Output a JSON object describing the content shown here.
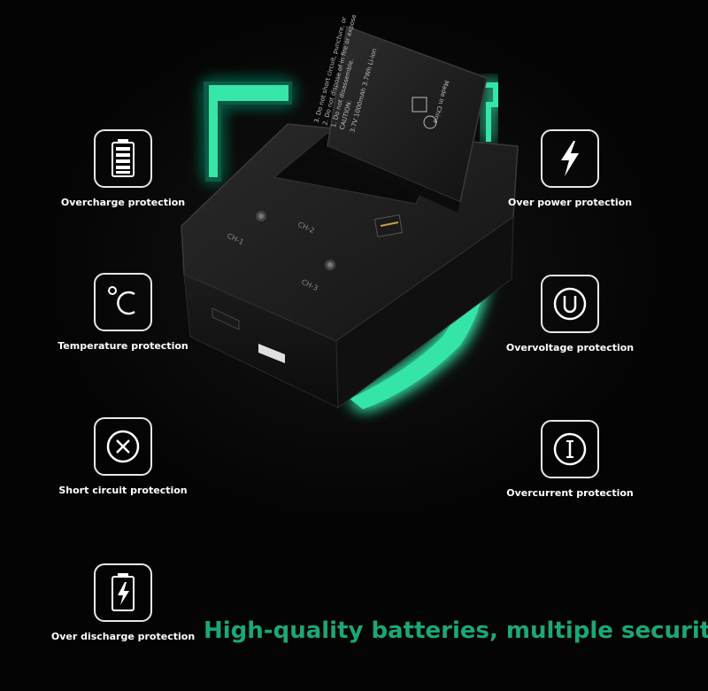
{
  "features": [
    {
      "label": "Overcharge protection",
      "icon": "battery-full-icon"
    },
    {
      "label": "Temperature protection",
      "icon": "celsius-icon"
    },
    {
      "label": "Short circuit protection",
      "icon": "x-circle-icon"
    },
    {
      "label": "Over discharge protection",
      "icon": "battery-bolt-icon"
    },
    {
      "label": "Over power protection",
      "icon": "lightning-icon"
    },
    {
      "label": "Overvoltage protection",
      "icon": "u-circle-icon"
    },
    {
      "label": "Overcurrent protection",
      "icon": "i-circle-icon"
    }
  ],
  "headline": "High-quality batteries, multiple security",
  "battery": {
    "made_in": "Made in China",
    "caution": "CAUTION:",
    "spec": "3.7V 1000mAh 3.7Wh Li-ion",
    "warning_1": "1. Do not disassemble.",
    "warning_2": "2. Do not dispose of in fire or expose",
    "warning_3": "3. Do not short circuit, puncture, or"
  },
  "charger": {
    "slot_1": "CH-1",
    "slot_2": "CH-2",
    "slot_3": "CH-3"
  },
  "colors": {
    "accent": "#1aa77a",
    "glow": "#2fe0a0",
    "text": "#ffffff"
  }
}
